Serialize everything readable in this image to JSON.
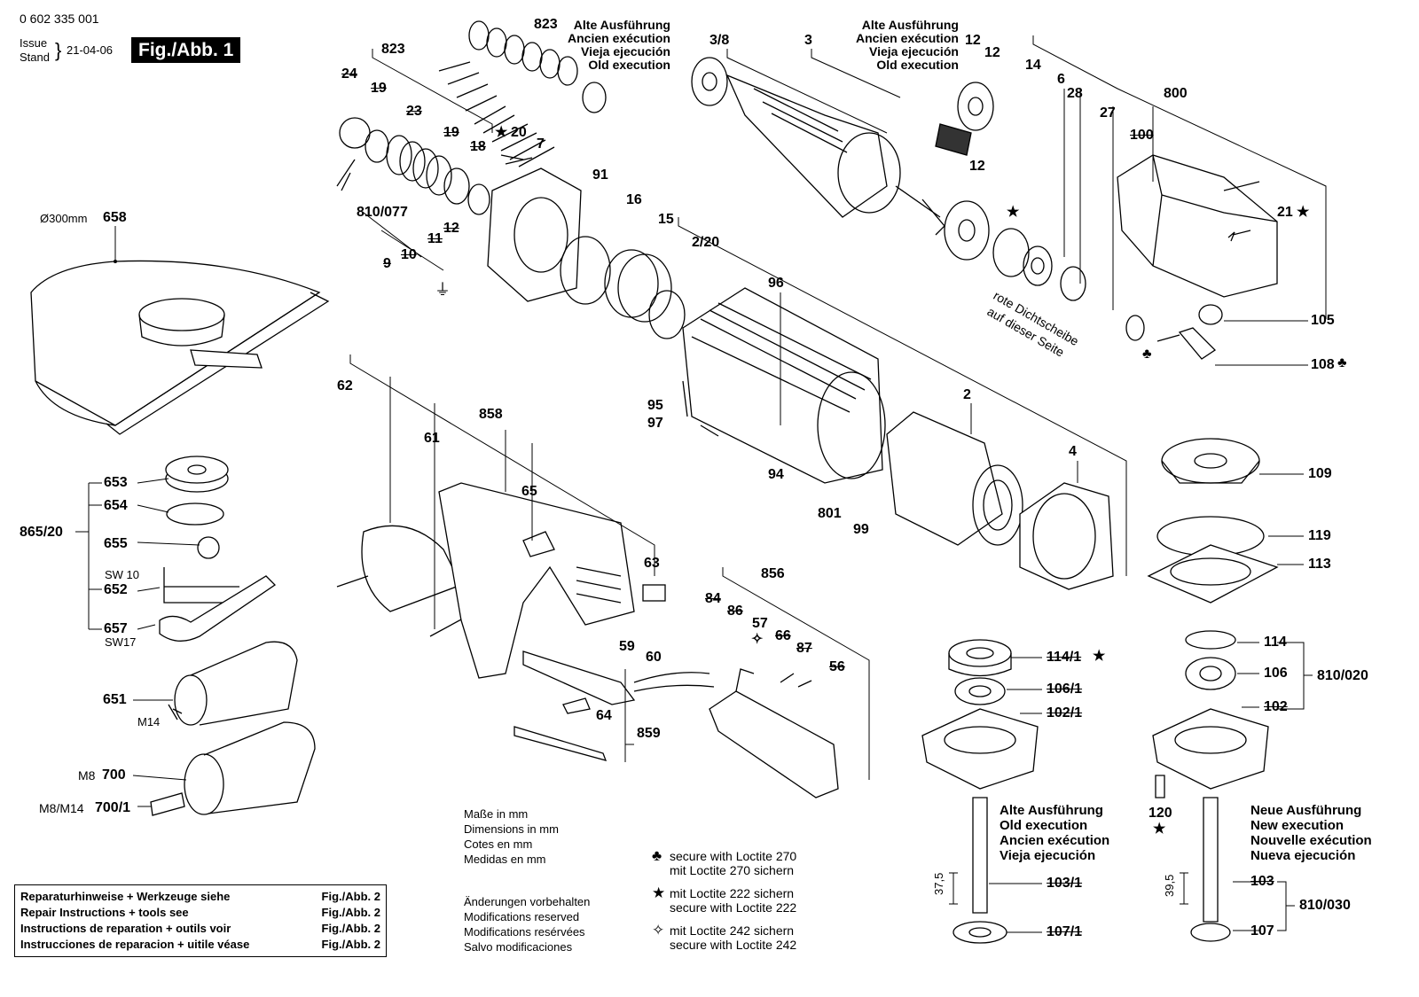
{
  "header": {
    "doc_number": "0 602 335 001",
    "issue_label_1": "Issue",
    "issue_label_2": "Stand",
    "issue_date": "21-04-06",
    "fig_label": "Fig./Abb. 1"
  },
  "old_execution_labels": [
    "Alte Ausführung",
    "Ancien exécution",
    "Vieja ejecución",
    "Old execution"
  ],
  "part_labels": {
    "p823": "823",
    "p24": "24",
    "p19": "19",
    "p23": "23",
    "p18": "18",
    "p20": "20",
    "p7": "7",
    "p91": "91",
    "p16": "16",
    "p15": "15",
    "p810_077": "810/077",
    "p12": "12",
    "p11": "11",
    "p10": "10",
    "p9": "9",
    "p658": "658",
    "p658_size": "Ø300mm",
    "p3_8": "3/8",
    "p3": "3",
    "p14": "14",
    "p6": "6",
    "p28": "28",
    "p27": "27",
    "p800": "800",
    "p100": "100",
    "p21": "21",
    "p105": "105",
    "p108": "108",
    "p2_20": "2/20",
    "p96": "96",
    "p95": "95",
    "p97": "97",
    "p94": "94",
    "p801": "801",
    "p99": "99",
    "p2": "2",
    "p4": "4",
    "p62": "62",
    "p61": "61",
    "p858": "858",
    "p65": "65",
    "p63": "63",
    "p653": "653",
    "p654": "654",
    "p655": "655",
    "p865_20": "865/20",
    "p652": "652",
    "p657": "657",
    "sw10": "SW 10",
    "sw17": "SW17",
    "p651": "651",
    "m14": "M14",
    "p700": "700",
    "m8": "M8",
    "p700_1": "700/1",
    "m8_m14": "M8/M14",
    "p856": "856",
    "p84": "84",
    "p86": "86",
    "p57": "57",
    "p66": "66",
    "p87": "87",
    "p56": "56",
    "p59": "59",
    "p60": "60",
    "p64": "64",
    "p859": "859",
    "p109": "109",
    "p119": "119",
    "p113": "113",
    "p114": "114",
    "p106": "106",
    "p810_020": "810/020",
    "p102": "102",
    "p120": "120",
    "p103": "103",
    "p810_030": "810/030",
    "p107": "107",
    "p114_1": "114/1",
    "p106_1": "106/1",
    "p102_1": "102/1",
    "p103_1": "103/1",
    "p107_1": "107/1",
    "dim_37_5": "37,5",
    "dim_39_5": "39,5"
  },
  "seal_note": [
    "rote Dichtscheibe",
    "auf dieser Seite"
  ],
  "old_exec_block": [
    "Alte Ausführung",
    "Old execution",
    "Ancien exécution",
    "Vieja ejecución"
  ],
  "new_exec_block": [
    "Neue Ausführung",
    "New execution",
    "Nouvelle exécution",
    "Nueva ejecución"
  ],
  "dimensions_note": [
    "Maße in mm",
    "Dimensions in mm",
    "Cotes en mm",
    "Medidas en mm"
  ],
  "modifications_note": [
    "Änderungen vorbehalten",
    "Modifications reserved",
    "Modifications resérvées",
    "Salvo modificaciones"
  ],
  "loctite_legend": [
    {
      "symbol": "♣",
      "lines": [
        "secure with Loctite 270",
        "mit Loctite 270 sichern"
      ]
    },
    {
      "symbol": "★",
      "lines": [
        "mit Loctite 222 sichern",
        "secure with Loctite 222"
      ]
    },
    {
      "symbol": "✧",
      "lines": [
        "mit Loctite 242 sichern",
        "secure with Loctite 242"
      ]
    }
  ],
  "repair_box": [
    {
      "text": "Reparaturhinweise + Werkzeuge siehe",
      "ref": "Fig./Abb. 2"
    },
    {
      "text": "Repair Instructions + tools see",
      "ref": "Fig./Abb. 2"
    },
    {
      "text": "Instructions de reparation + outils voir",
      "ref": "Fig./Abb. 2"
    },
    {
      "text": "Instrucciones de reparacion + uitile véase",
      "ref": "Fig./Abb. 2"
    }
  ],
  "symbols": {
    "star": "★",
    "club": "♣",
    "open_star": "✧"
  }
}
